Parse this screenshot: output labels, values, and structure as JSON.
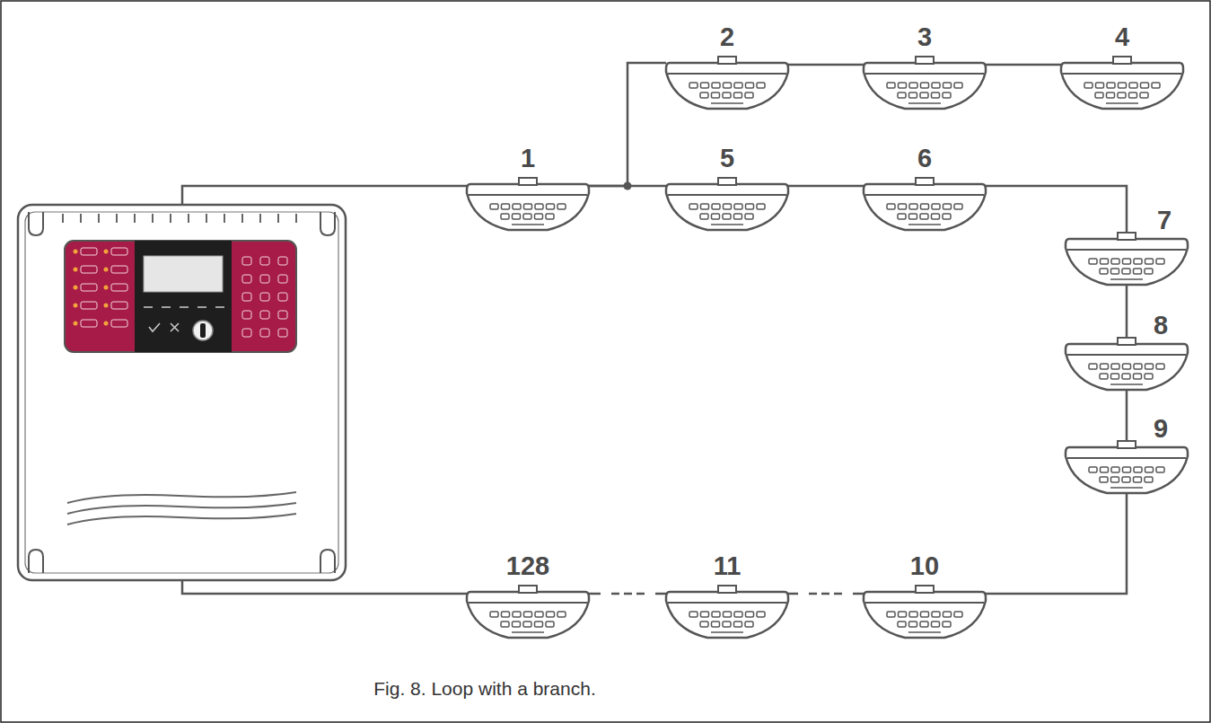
{
  "diagram": {
    "caption": "Fig. 8. Loop with a branch.",
    "nodes": [
      {
        "text": [
          "1"
        ]
      },
      {
        "text": [
          "2"
        ]
      },
      {
        "text": [
          "3"
        ]
      },
      {
        "text": [
          "4"
        ]
      },
      {
        "text": [
          "5"
        ]
      },
      {
        "text": [
          "6"
        ]
      },
      {
        "text": [
          "7"
        ]
      },
      {
        "text": [
          "8"
        ]
      },
      {
        "text": [
          "9"
        ]
      },
      {
        "text": [
          "10"
        ]
      },
      {
        "text": [
          "11"
        ]
      },
      {
        "text": [
          "128"
        ]
      }
    ],
    "edges": [
      {
        "from": 0,
        "to": 1,
        "arrow": "none"
      },
      {
        "from": 0,
        "to": 4,
        "arrow": "none"
      },
      {
        "from": 1,
        "to": 2,
        "arrow": "none"
      },
      {
        "from": 2,
        "to": 3,
        "arrow": "none"
      },
      {
        "from": 4,
        "to": 5,
        "arrow": "none"
      },
      {
        "from": 5,
        "to": 6,
        "arrow": "none"
      },
      {
        "from": 6,
        "to": 7,
        "arrow": "none"
      },
      {
        "from": 7,
        "to": 8,
        "arrow": "none"
      },
      {
        "from": 8,
        "to": 9,
        "arrow": "none"
      },
      {
        "from": 9,
        "to": 10,
        "arrow": "none"
      },
      {
        "from": 10,
        "to": 11,
        "arrow": "none"
      }
    ]
  }
}
